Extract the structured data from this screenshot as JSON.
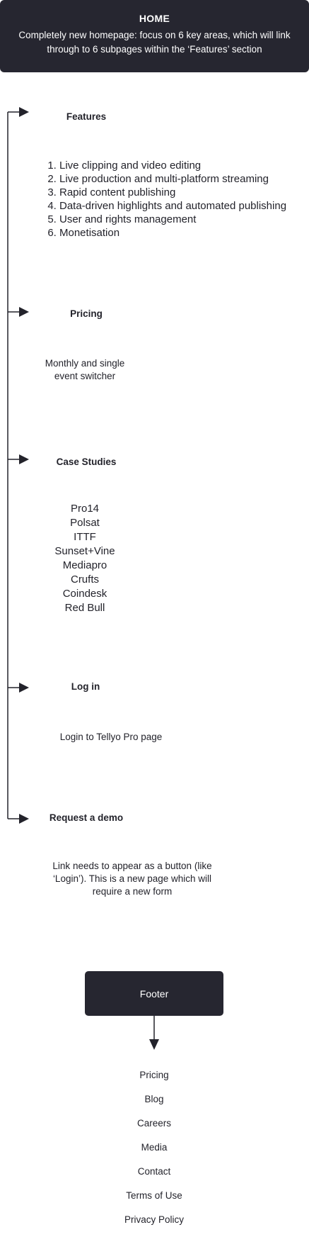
{
  "home": {
    "title": "HOME",
    "subtitle": "Completely new homepage: focus on 6 key areas, which will link through to 6 subpages within the ‘Features’ section"
  },
  "sections": {
    "features": {
      "title": "Features",
      "items": [
        "Live clipping and video editing",
        "Live production and multi-platform streaming",
        "Rapid content publishing",
        "Data-driven highlights and automated publishing",
        "User and rights management",
        "Monetisation"
      ]
    },
    "pricing": {
      "title": "Pricing",
      "note": "Monthly and single event switcher"
    },
    "case_studies": {
      "title": "Case Studies",
      "items": [
        "Pro14",
        "Polsat",
        "ITTF",
        "Sunset+Vine",
        "Mediapro",
        "Crufts",
        "Coindesk",
        "Red Bull"
      ]
    },
    "login": {
      "title": "Log in",
      "note": "Login to Tellyo Pro page"
    },
    "request_demo": {
      "title": "Request a demo",
      "note": "Link needs to appear as a button (like ‘Login’). This is a new page which will require a new form"
    }
  },
  "footer": {
    "title": "Footer",
    "links": [
      "Pricing",
      "Blog",
      "Careers",
      "Media",
      "Contact",
      "Terms of Use",
      "Privacy Policy"
    ]
  },
  "colors": {
    "box_fill": "#262630",
    "box_text": "#ffffff",
    "line": "#23232b",
    "text": "#23232b"
  }
}
